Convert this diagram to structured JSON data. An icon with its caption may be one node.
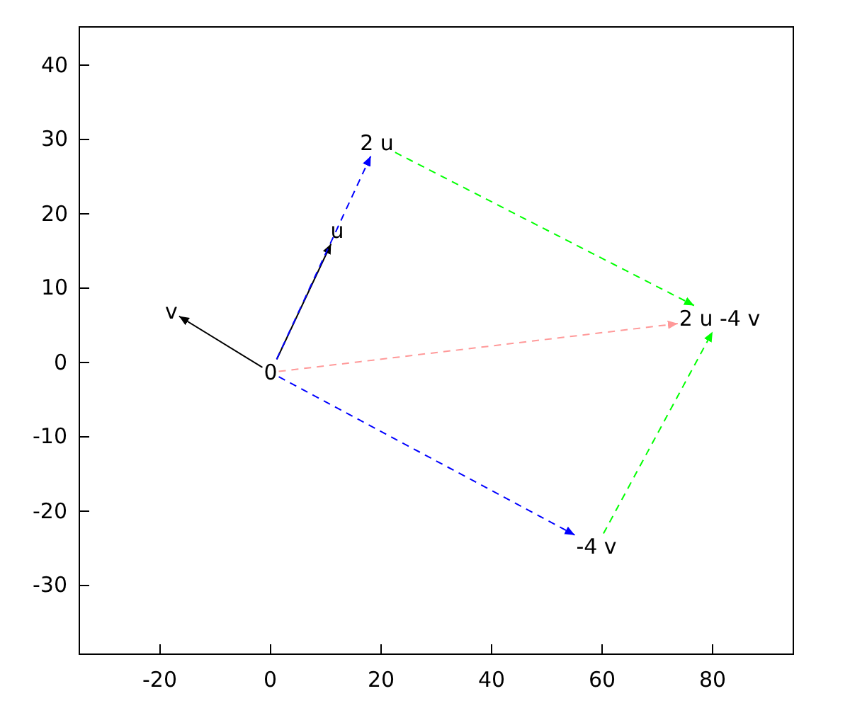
{
  "diagram": {
    "nodes": [
      {
        "text": [
          "0"
        ]
      },
      {
        "text": [
          "u"
        ]
      },
      {
        "text": [
          "v"
        ]
      },
      {
        "text": [
          "2 u"
        ]
      },
      {
        "text": [
          "-4 v"
        ]
      },
      {
        "text": [
          "2 u -4 v"
        ]
      }
    ],
    "edges": [
      {
        "from": 0,
        "to": 1,
        "arrow": "to"
      },
      {
        "from": 0,
        "to": 2,
        "arrow": "to"
      },
      {
        "from": 0,
        "to": 3,
        "arrow": "to",
        "style": "dashed",
        "color": "#0000ff"
      },
      {
        "from": 0,
        "to": 4,
        "arrow": "to",
        "style": "dashed",
        "color": "#0000ff"
      },
      {
        "from": 3,
        "to": 5,
        "arrow": "to",
        "style": "dashed",
        "color": "#00ff00"
      },
      {
        "from": 4,
        "to": 5,
        "arrow": "to",
        "style": "dashed",
        "color": "#00ff00"
      },
      {
        "from": 0,
        "to": 5,
        "arrow": "to",
        "style": "dashed",
        "color": "#ff9999"
      }
    ],
    "labels": [
      "40",
      "30",
      "20",
      "10",
      "0",
      "-10",
      "-20",
      "-30",
      "-20",
      "0",
      "20",
      "40",
      "60",
      "80"
    ]
  }
}
